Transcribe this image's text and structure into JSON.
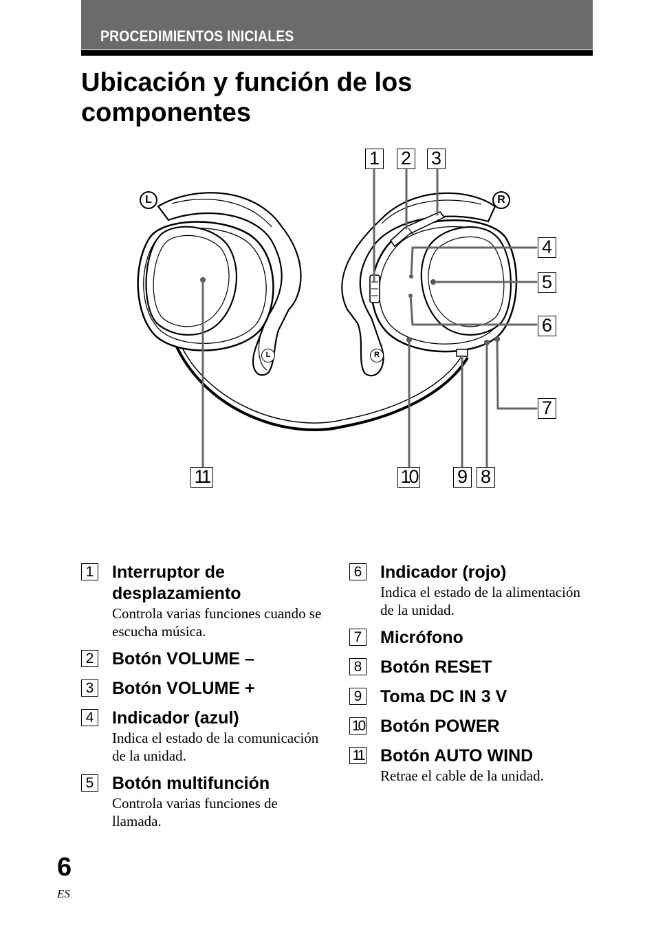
{
  "header": {
    "section_label": "PROCEDIMIENTOS INICIALES",
    "title": "Ubicación y función de los componentes"
  },
  "figure": {
    "side_left": "L",
    "side_right": "R",
    "callouts": {
      "c1": "1",
      "c2": "2",
      "c3": "3",
      "c4": "4",
      "c5": "5",
      "c6": "6",
      "c7": "7",
      "c8": "8",
      "c9": "9",
      "c10": "10",
      "c11": "11"
    }
  },
  "items": [
    {
      "num": "1",
      "name": "Interruptor de desplazamiento",
      "desc": "Controla varias funciones cuando se escucha música."
    },
    {
      "num": "2",
      "name": "Botón VOLUME –",
      "desc": ""
    },
    {
      "num": "3",
      "name": "Botón VOLUME +",
      "desc": ""
    },
    {
      "num": "4",
      "name": "Indicador (azul)",
      "desc": "Indica el estado de la comunicación de la unidad."
    },
    {
      "num": "5",
      "name": "Botón multifunción",
      "desc": "Controla varias funciones de llamada."
    },
    {
      "num": "6",
      "name": "Indicador (rojo)",
      "desc": "Indica el estado de la alimentación de la unidad."
    },
    {
      "num": "7",
      "name": "Micrófono",
      "desc": ""
    },
    {
      "num": "8",
      "name": "Botón RESET",
      "desc": ""
    },
    {
      "num": "9",
      "name": "Toma DC IN 3 V",
      "desc": ""
    },
    {
      "num": "10",
      "name": "Botón POWER",
      "desc": ""
    },
    {
      "num": "11",
      "name": "Botón AUTO WIND",
      "desc": "Retrae el cable de la unidad."
    }
  ],
  "footer": {
    "page_number": "6",
    "language_code": "ES"
  }
}
